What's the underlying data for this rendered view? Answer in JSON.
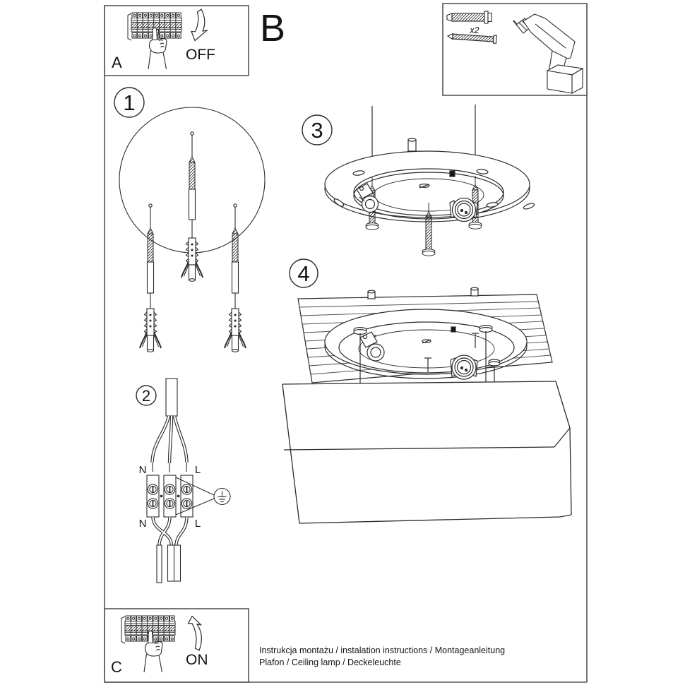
{
  "document": {
    "footer_line1": "Instrukcja montażu / instalation instructions / Montageanleitung",
    "footer_line2": "Plafon / Ceiling lamp / Deckeleuchte"
  },
  "panels": {
    "a": {
      "label": "A",
      "switch_state": "OFF"
    },
    "b": {
      "label": "B",
      "anchor_qty": "x2"
    },
    "c": {
      "label": "C",
      "switch_state": "ON"
    }
  },
  "steps": {
    "one": "1",
    "two": "2",
    "three": "3",
    "four": "4"
  },
  "wiring": {
    "neutral": "N",
    "live": "L"
  },
  "colors": {
    "line": "#2b2b2b",
    "frame": "#555555"
  }
}
